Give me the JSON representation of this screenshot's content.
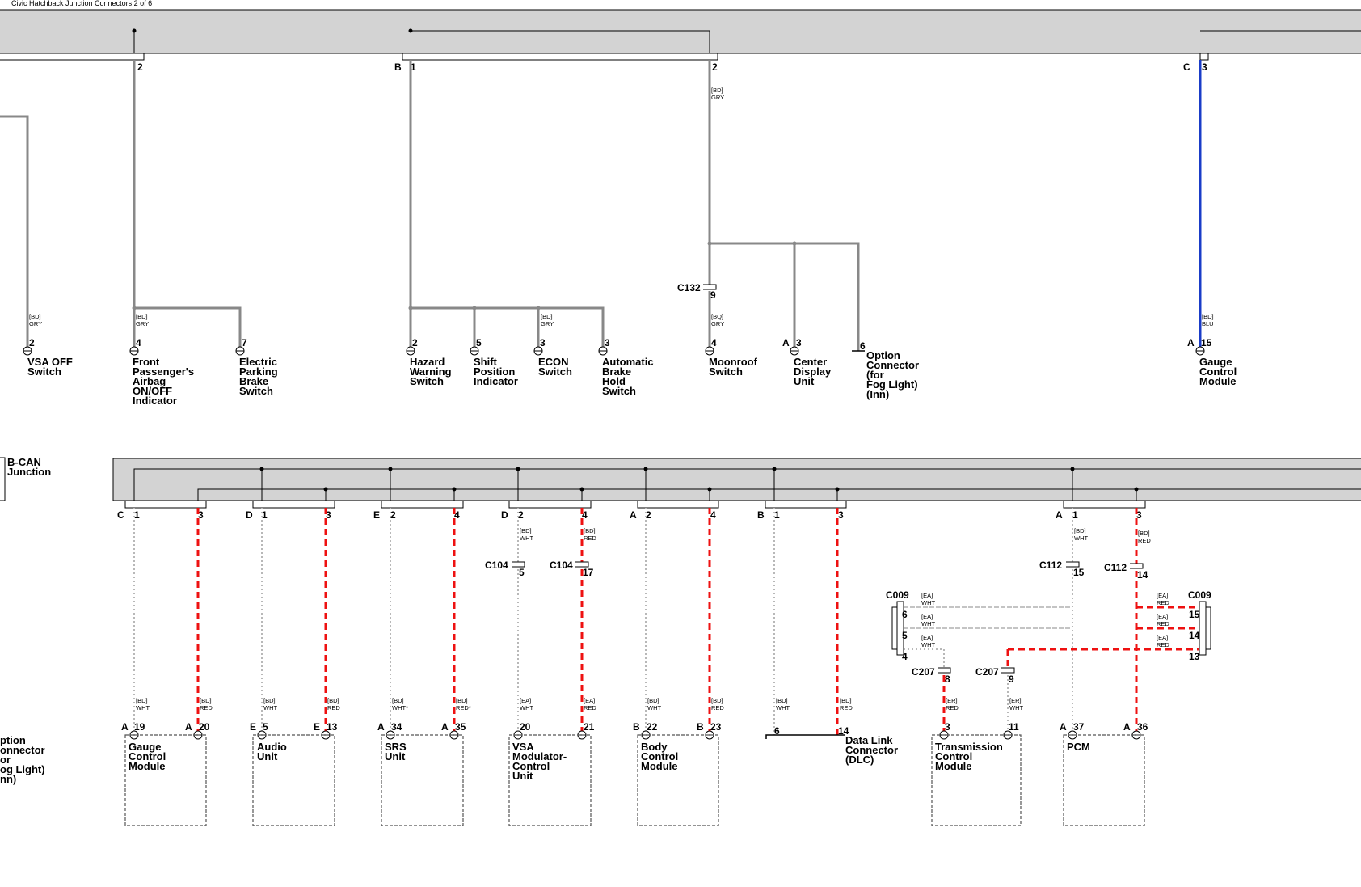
{
  "title": "Civic Hatchback Junction Connectors 2 of 6",
  "top": {
    "connectors": [
      {
        "letter": "",
        "pin": "2"
      },
      {
        "letter": "B",
        "pin": "1"
      },
      {
        "letter": "",
        "pin": "2"
      },
      {
        "letter": "C",
        "pin": "3"
      }
    ],
    "wire_tags": [
      {
        "code": "[BD]",
        "color": "GRY"
      },
      {
        "code": "[BD]",
        "color": "GRY"
      },
      {
        "code": "[BD]",
        "color": "GRY"
      },
      {
        "code": "[BD]",
        "color": "GRY"
      },
      {
        "code": "[BQ]",
        "color": "GRY"
      },
      {
        "code": "[BD]",
        "color": "BLU"
      }
    ],
    "inline": {
      "name": "C132",
      "pin": "9"
    },
    "components": [
      {
        "conn": "",
        "pin": "2",
        "lines": [
          "VSA OFF",
          "Switch"
        ]
      },
      {
        "conn": "",
        "pin": "4",
        "lines": [
          "Front",
          "Passenger's",
          "Airbag",
          "ON/OFF",
          "Indicator"
        ]
      },
      {
        "conn": "",
        "pin": "7",
        "lines": [
          "Electric",
          "Parking",
          "Brake",
          "Switch"
        ]
      },
      {
        "conn": "",
        "pin": "2",
        "lines": [
          "Hazard",
          "Warning",
          "Switch"
        ]
      },
      {
        "conn": "",
        "pin": "5",
        "lines": [
          "Shift",
          "Position",
          "Indicator"
        ]
      },
      {
        "conn": "",
        "pin": "3",
        "lines": [
          "ECON",
          "Switch"
        ]
      },
      {
        "conn": "",
        "pin": "3",
        "lines": [
          "Automatic",
          "Brake",
          "Hold",
          "Switch"
        ]
      },
      {
        "conn": "",
        "pin": "4",
        "lines": [
          "Moonroof",
          "Switch"
        ]
      },
      {
        "conn": "A",
        "pin": "3",
        "lines": [
          "Center",
          "Display",
          "Unit"
        ]
      },
      {
        "conn": "",
        "pin": "6",
        "lines": [
          "Option",
          "Connector",
          "(for",
          "Fog Light)",
          "(Inn)"
        ]
      },
      {
        "conn": "A",
        "pin": "15",
        "lines": [
          "Gauge",
          "Control",
          "Module"
        ]
      }
    ]
  },
  "junction_label": [
    "B-CAN",
    "Junction"
  ],
  "left_cut_label": [
    "ption",
    "onnector",
    "or",
    "og Light)",
    "nn)"
  ],
  "bottom": {
    "connectors": [
      {
        "letter": "C",
        "p1": "1",
        "p2": "3"
      },
      {
        "letter": "D",
        "p1": "1",
        "p2": "3"
      },
      {
        "letter": "E",
        "p1": "2",
        "p2": "4"
      },
      {
        "letter": "D",
        "p1": "2",
        "p2": "4"
      },
      {
        "letter": "A",
        "p1": "2",
        "p2": "4"
      },
      {
        "letter": "B",
        "p1": "1",
        "p2": "3"
      },
      {
        "letter": "A",
        "p1": "1",
        "p2": "3"
      }
    ],
    "upper_tags": [
      {
        "code": "[BD]",
        "color": "WHT"
      },
      {
        "code": "[BD]",
        "color": "RED"
      },
      {
        "code": "[BD]",
        "color": "WHT"
      },
      {
        "code": "[BD]",
        "color": "RED"
      }
    ],
    "inline": [
      {
        "name": "C104",
        "pin": "5"
      },
      {
        "name": "C104",
        "pin": "17"
      },
      {
        "name": "C112",
        "pin": "15"
      },
      {
        "name": "C112",
        "pin": "14"
      }
    ],
    "c009": {
      "name": "C009",
      "left_pins": [
        "6",
        "5",
        "4"
      ],
      "right_pins": [
        "15",
        "14",
        "13"
      ],
      "tags": [
        {
          "code": "[EA]",
          "color": "WHT"
        },
        {
          "code": "[EA]",
          "color": "WHT"
        },
        {
          "code": "[EA]",
          "color": "WHT"
        },
        {
          "code": "[EA]",
          "color": "RED"
        },
        {
          "code": "[EA]",
          "color": "RED"
        },
        {
          "code": "[EA]",
          "color": "RED"
        }
      ]
    },
    "c207": [
      {
        "name": "C207",
        "pin": "8"
      },
      {
        "name": "C207",
        "pin": "9"
      }
    ],
    "lower_tags": [
      {
        "code": "[BD]",
        "color": "WHT"
      },
      {
        "code": "[BD]",
        "color": "RED"
      },
      {
        "code": "[BD]",
        "color": "WHT"
      },
      {
        "code": "[BD]",
        "color": "RED"
      },
      {
        "code": "[BD]",
        "color": "WHT*"
      },
      {
        "code": "[BD]",
        "color": "RED*"
      },
      {
        "code": "[EA]",
        "color": "WHT"
      },
      {
        "code": "[EA]",
        "color": "RED"
      },
      {
        "code": "[BD]",
        "color": "WHT"
      },
      {
        "code": "[BD]",
        "color": "RED"
      },
      {
        "code": "[BD]",
        "color": "WHT"
      },
      {
        "code": "[BD]",
        "color": "RED"
      },
      {
        "code": "[ER]",
        "color": "RED"
      },
      {
        "code": "[ER]",
        "color": "WHT"
      }
    ],
    "units": [
      {
        "c1": "A",
        "p1": "19",
        "c2": "A",
        "p2": "20",
        "lines": [
          "Gauge",
          "Control",
          "Module"
        ]
      },
      {
        "c1": "E",
        "p1": "5",
        "c2": "E",
        "p2": "13",
        "lines": [
          "Audio",
          "Unit"
        ]
      },
      {
        "c1": "A",
        "p1": "34",
        "c2": "A",
        "p2": "35",
        "lines": [
          "SRS",
          "Unit"
        ]
      },
      {
        "c1": "",
        "p1": "20",
        "c2": "",
        "p2": "21",
        "lines": [
          "VSA",
          "Modulator-",
          "Control",
          "Unit"
        ]
      },
      {
        "c1": "B",
        "p1": "22",
        "c2": "B",
        "p2": "23",
        "lines": [
          "Body",
          "Control",
          "Module"
        ]
      },
      {
        "c1": "",
        "p1": "6",
        "c2": "",
        "p2": "14",
        "lines": [
          "Data Link",
          "Connector",
          "(DLC)"
        ]
      },
      {
        "c1": "",
        "p1": "3",
        "c2": "",
        "p2": "11",
        "lines": [
          "Transmission",
          "Control",
          "Module"
        ]
      },
      {
        "c1": "A",
        "p1": "37",
        "c2": "A",
        "p2": "36",
        "lines": [
          "PCM"
        ]
      }
    ]
  }
}
